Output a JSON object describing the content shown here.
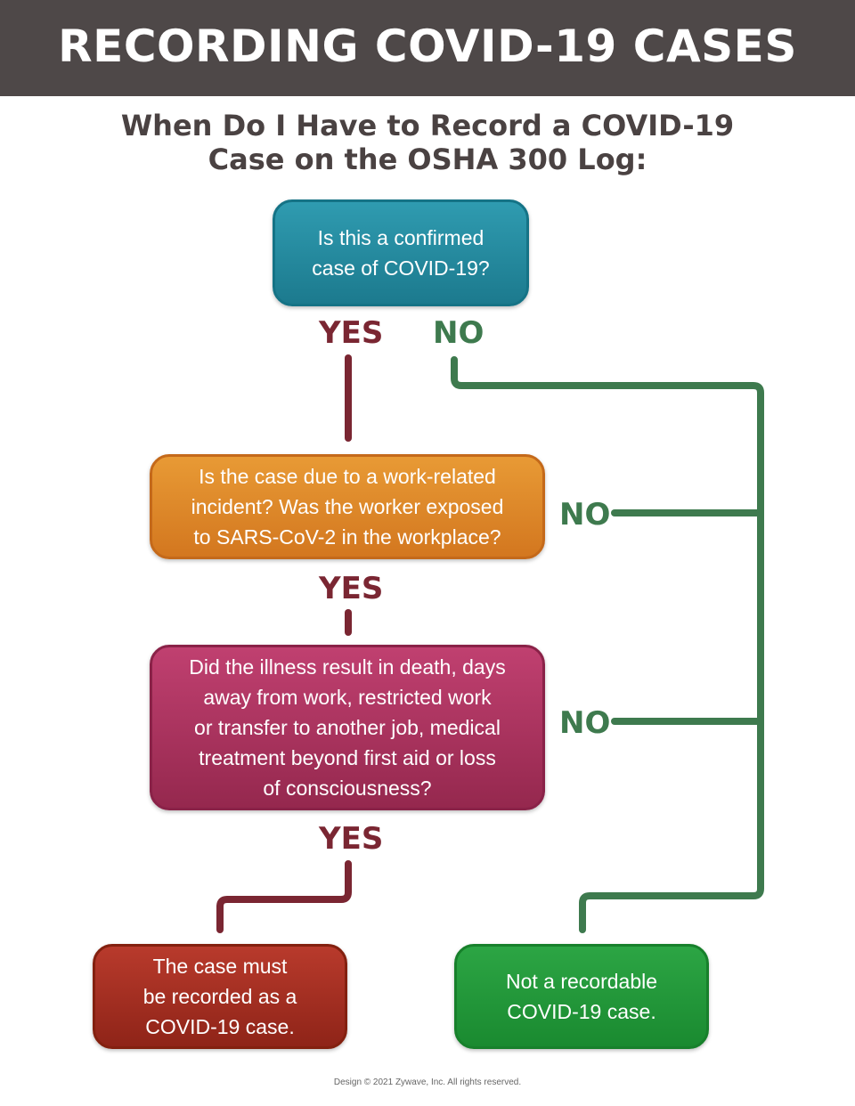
{
  "title": "RECORDING COVID-19 CASES",
  "subtitle": "When Do I Have to Record a COVID-19\nCase on the OSHA 300 Log:",
  "nodes": {
    "q1": "Is this a confirmed\ncase of COVID-19?",
    "q2": "Is the case due to a work-related\nincident? Was the worker exposed\nto SARS-CoV-2 in the workplace?",
    "q3": "Did the illness result in death, days\naway from work, restricted work\nor transfer to another job, medical\ntreatment beyond first aid or loss\nof consciousness?",
    "record": "The case must\nbe recorded as a\nCOVID-19 case.",
    "not_recordable": "Not a recordable\nCOVID-19 case."
  },
  "edges": {
    "q1_yes": "YES",
    "q1_no": "NO",
    "q2_yes": "YES",
    "q2_no": "NO",
    "q3_yes": "YES",
    "q3_no": "NO"
  },
  "colors": {
    "yes": "#7a2632",
    "no": "#3e7a4e",
    "banner": "#4e4848"
  },
  "footer": "Design © 2021 Zywave, Inc. All rights reserved."
}
